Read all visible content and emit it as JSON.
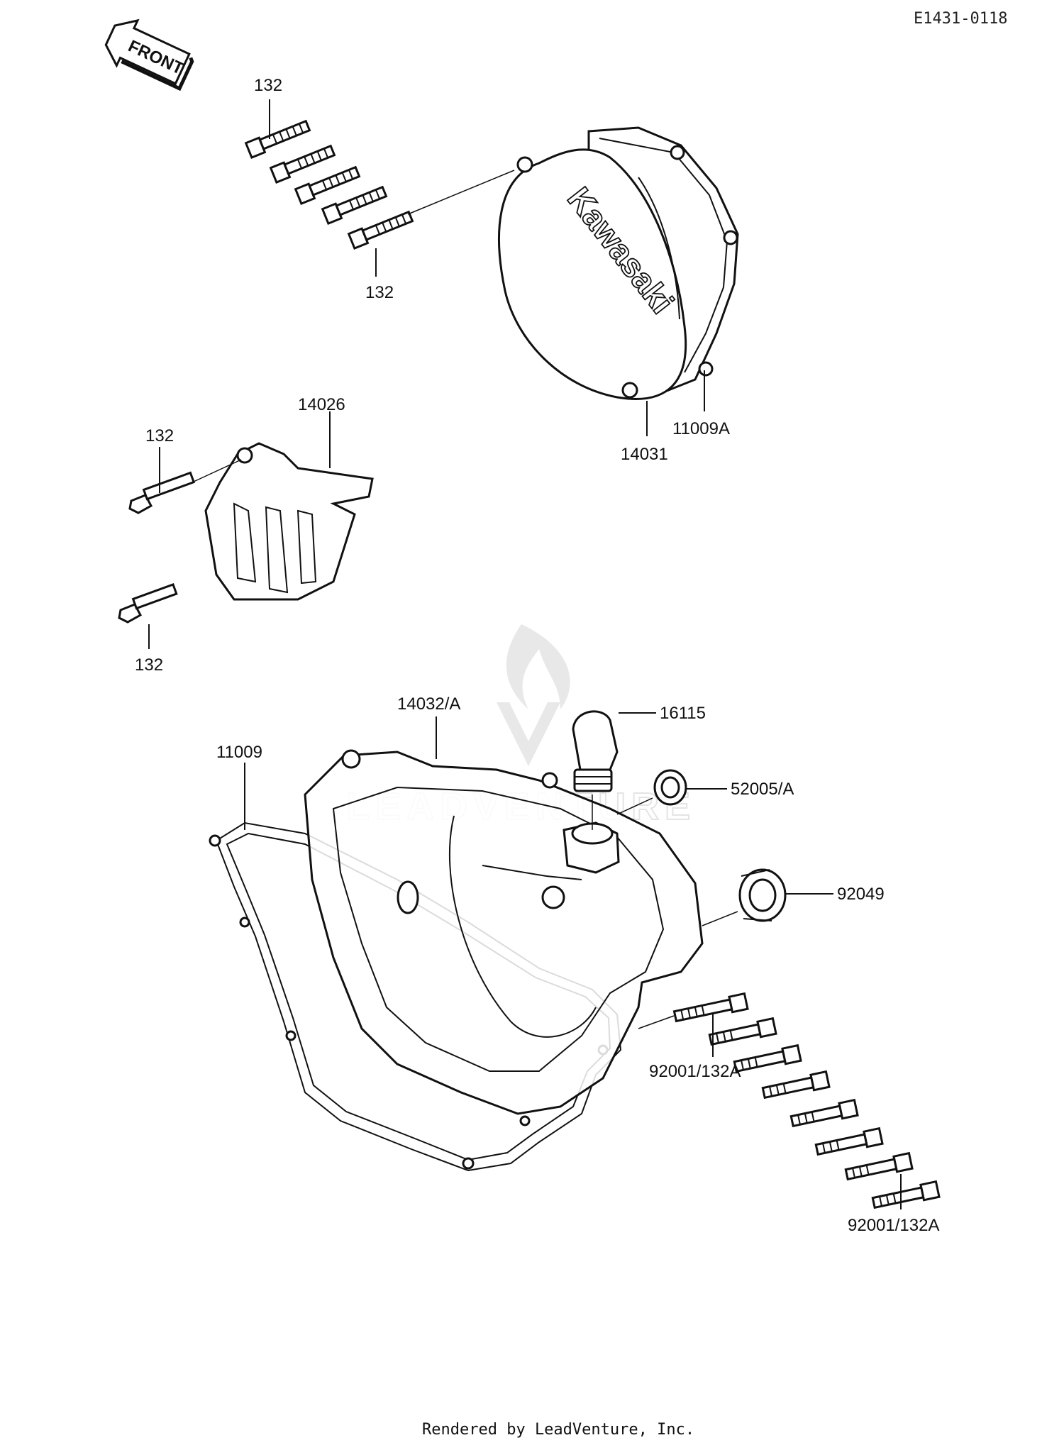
{
  "diagram_ref": "E1431-0118",
  "front_label": "FRONT",
  "logo_text": "Kawasaki",
  "watermark": "LEADVENTURE",
  "footer": "Rendered by LeadVenture, Inc.",
  "labels": {
    "bolt_top_1": "132",
    "bolt_top_2": "132",
    "cover": "14031",
    "cover_gasket": "11009A",
    "sprocket_cover": "14026",
    "bolt_sprocket_1": "132",
    "bolt_sprocket_2": "132",
    "clutch_cover": "14032/A",
    "crankcase_gasket": "11009",
    "oil_plug": "16115",
    "oil_seal": "52005/A",
    "bearing": "92049",
    "bolt_group_1": "92001/132A",
    "bolt_group_2": "92001/132A"
  }
}
